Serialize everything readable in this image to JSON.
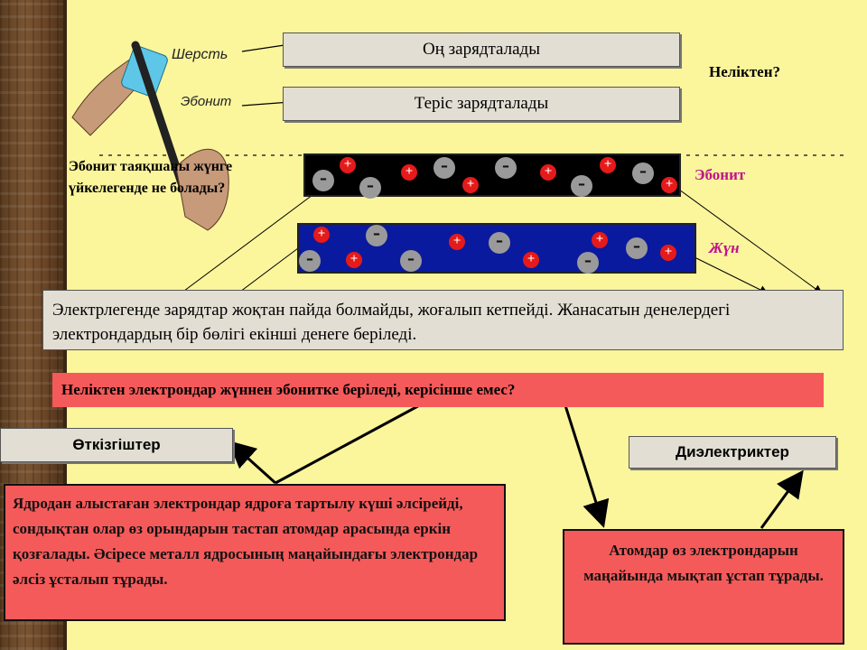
{
  "top": {
    "image_labels": {
      "wool": "Шерсть",
      "ebonite": "Эбонит"
    },
    "positive": "Оң зарядталады",
    "negative": "Теріс зарядталады",
    "why": "Неліктен?"
  },
  "question_left": "Эбонит таяқшаны жүнге үйкелегенде не болады?",
  "strips": {
    "ebonite": {
      "label": "Эбонит",
      "color": "#000000",
      "label_color": "#c0148a"
    },
    "wool": {
      "label": "Жүн",
      "color": "#0a1a9e",
      "label_color": "#c0148a"
    },
    "plus": "+",
    "minus": "-"
  },
  "info_text": "Электрлегенде зарядтар жоқтан пайда болмайды, жоғалып кетпейді. Жанасатын денелердегі электрондардың  бір бөлігі екінші денеге беріледі.",
  "main_question": "Неліктен электрондар жүннен эбониткe беріледі, керісінше емес?",
  "conductors": {
    "label": "Өткізгіштер",
    "text": "Ядродан алыстаған электрондар ядроға тартылу күші әлсірейді, сондықтан олар өз орындарын тастап атомдар арасында еркін қозғалады. Әсіресе металл ядросының маңайындағы электрондар  әлсіз ұсталып тұрады."
  },
  "dielectrics": {
    "label": "Диэлектриктер",
    "text": "Атомдар өз электрондарын маңайында мықтап ұстап тұрады."
  },
  "colors": {
    "background": "#fbf59c",
    "box_red": "#f55a5a",
    "box_grey": "#e3ded3"
  }
}
